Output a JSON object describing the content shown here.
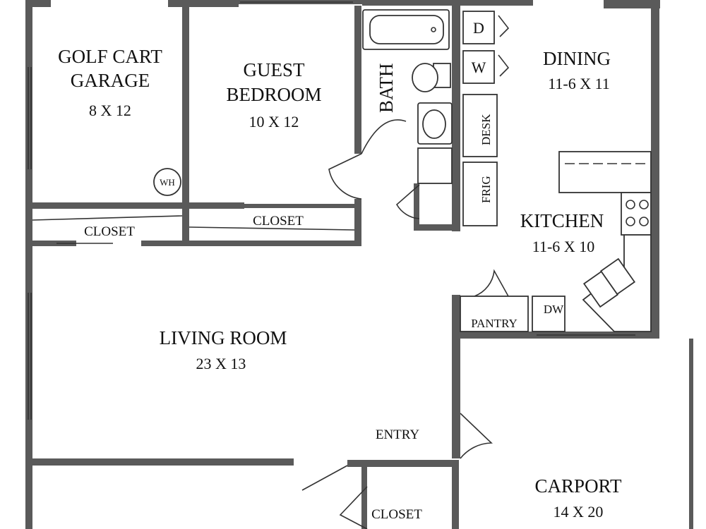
{
  "rooms": {
    "golf_cart_garage": {
      "line1": "GOLF CART",
      "line2": "GARAGE",
      "dims": "8 X 12"
    },
    "guest_bedroom": {
      "line1": "GUEST",
      "line2": "BEDROOM",
      "dims": "10 X 12"
    },
    "bath": {
      "label": "BATH"
    },
    "dining": {
      "label": "DINING",
      "dims": "11-6 X 11"
    },
    "kitchen": {
      "label": "KITCHEN",
      "dims": "11-6 X 10"
    },
    "living_room": {
      "label": "LIVING ROOM",
      "dims": "23 X 13"
    },
    "carport": {
      "label": "CARPORT",
      "dims": "14 X 20"
    },
    "entry": {
      "label": "ENTRY"
    }
  },
  "fixtures": {
    "water_heater": "WH",
    "dryer": "D",
    "washer": "W",
    "desk": "DESK",
    "fridge": "FRIG",
    "pantry": "PANTRY",
    "dishwasher": "DW"
  },
  "closets": {
    "garage_closet": "CLOSET",
    "bedroom_closet": "CLOSET",
    "entry_closet": "CLOSET"
  }
}
